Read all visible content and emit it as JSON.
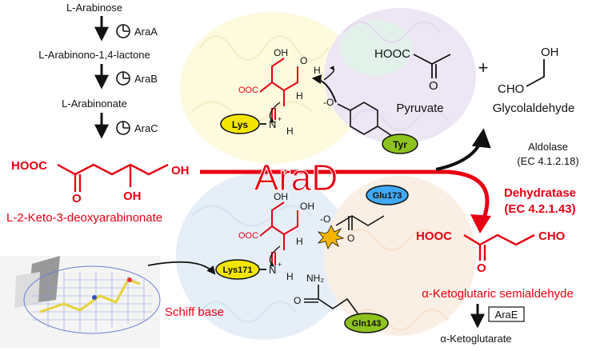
{
  "pathway": {
    "arabinose": "L-Arabinose",
    "araA": "AraA",
    "lactone": "L-Arabinono-1,4-lactone",
    "araB": "AraB",
    "arabinonate": "L-Arabinonate",
    "araC": "AraC",
    "substrate_name": "L-2-Keto-3-deoxyarabinonate",
    "enzyme": "AraD"
  },
  "substrate_labels": {
    "hooc": "HOOC",
    "o": "O",
    "oh_right": "OH",
    "oh_bottom": "OH"
  },
  "aldolase_branch": {
    "label": "Aldolase",
    "ec": "(EC 4.1.2.18)",
    "pyruvate": "Pyruvate",
    "glycolaldehyde": "Glycolaldehyde",
    "pyr_hooc": "HOOC",
    "pyr_o": "O",
    "plus": "+",
    "gly_oh": "OH",
    "gly_cho": "CHO"
  },
  "top_mechanism": {
    "lys": "Lys",
    "tyr": "Tyr",
    "oh": "OH",
    "o_h": "O",
    "h": "H",
    "h2": "H",
    "ooc": "OOC",
    "n_plus": "N",
    "plus": "+",
    "o_minus": "-O"
  },
  "dehydratase_branch": {
    "label": "Dehydratase",
    "ec": "(EC 4.2.1.43)",
    "product_name": "α-Ketoglutaric semialdehyde",
    "hooc": "HOOC",
    "cho": "CHO",
    "o": "O",
    "araE": "AraE",
    "final_product": "α-Ketoglutarate"
  },
  "bottom_mechanism": {
    "glu": "Glu173",
    "lys": "Lys171",
    "gln": "Gln143",
    "oh1": "OH",
    "oh2": "OH",
    "h": "H",
    "ooc": "OOC",
    "n_plus": "N",
    "plus": "+",
    "nh2": "NH₂",
    "o_minus": "-O",
    "o": "O"
  },
  "schiff_base_label": "Schiff base",
  "colors": {
    "red": "#e60012",
    "yellow": "#f2e600",
    "green": "#8dc21f",
    "blue": "#3fa9f5",
    "black": "#111111"
  }
}
